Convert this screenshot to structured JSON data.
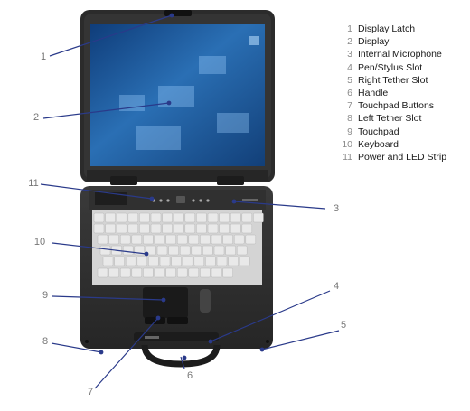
{
  "legend": [
    {
      "number": "1",
      "label": "Display Latch"
    },
    {
      "number": "2",
      "label": "Display"
    },
    {
      "number": "3",
      "label": "Internal Microphone"
    },
    {
      "number": "4",
      "label": "Pen/Stylus Slot"
    },
    {
      "number": "5",
      "label": "Right Tether Slot"
    },
    {
      "number": "6",
      "label": "Handle"
    },
    {
      "number": "7",
      "label": "Touchpad Buttons"
    },
    {
      "number": "8",
      "label": "Left Tether Slot"
    },
    {
      "number": "9",
      "label": "Touchpad"
    },
    {
      "number": "10",
      "label": "Keyboard"
    },
    {
      "number": "11",
      "label": "Power and LED Strip"
    }
  ],
  "callouts": {
    "c1": "1",
    "c2": "2",
    "c3": "3",
    "c4": "4",
    "c5": "5",
    "c6": "6",
    "c7": "7",
    "c8": "8",
    "c9": "9",
    "c10": "10",
    "c11": "11"
  },
  "colors": {
    "chassis": "#2b2b2b",
    "screen": "#1e5a9a",
    "keycap": "#e9e9e9",
    "leader_line": "#2a3a8a",
    "callout_number": "#777777"
  }
}
